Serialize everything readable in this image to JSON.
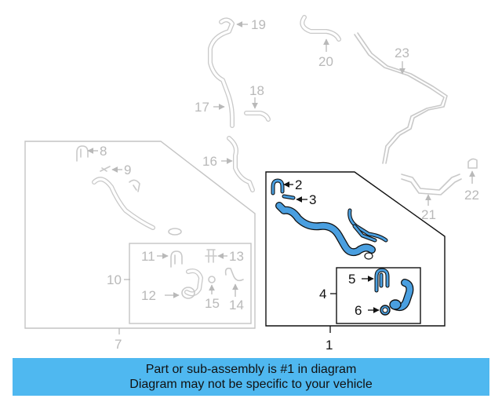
{
  "callouts": {
    "c1": "1",
    "c2": "2",
    "c3": "3",
    "c4": "4",
    "c5": "5",
    "c6": "6",
    "c7": "7",
    "c8": "8",
    "c9": "9",
    "c10": "10",
    "c11": "11",
    "c12": "12",
    "c13": "13",
    "c14": "14",
    "c15": "15",
    "c16": "16",
    "c17": "17",
    "c18": "18",
    "c19": "19",
    "c20": "20",
    "c21": "21",
    "c22": "22",
    "c23": "23"
  },
  "banner": {
    "line1": "Part or sub-assembly is #1 in diagram",
    "line2": "Diagram may not be specific to your vehicle"
  },
  "colors": {
    "highlight": "#4a9fe0",
    "banner": "#4fb8f0",
    "ghost": "#c9c9c9"
  }
}
